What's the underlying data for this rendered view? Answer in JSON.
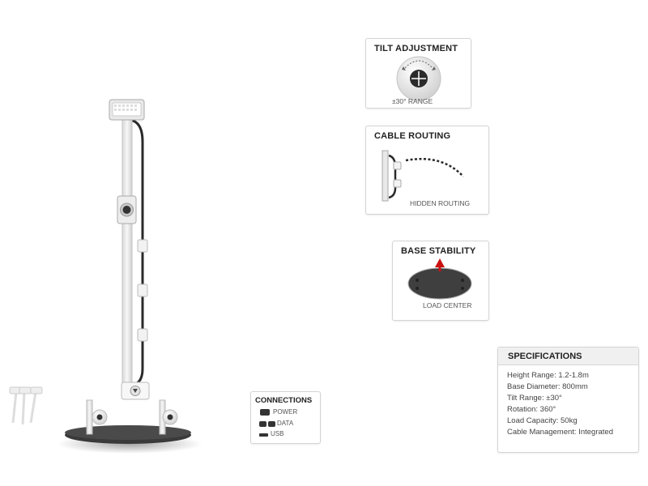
{
  "tilt": {
    "title": "TILT ADJUSTMENT",
    "range_label": "±30° RANGE"
  },
  "cable": {
    "title": "CABLE ROUTING",
    "caption": "HIDDEN ROUTING"
  },
  "base": {
    "title": "BASE STABILITY",
    "caption": "LOAD CENTER"
  },
  "connections": {
    "title": "CONNECTIONS",
    "items": [
      {
        "icon": "power-port-icon",
        "label": "POWER"
      },
      {
        "icon": "data-port-icon",
        "label": "DATA"
      },
      {
        "icon": "usb-port-icon",
        "label": "USB"
      }
    ]
  },
  "specifications": {
    "title": "SPECIFICATIONS",
    "lines": [
      "Height Range: 1.2-1.8m",
      "Base Diameter: 800mm",
      "Tilt Range: ±30°",
      "Rotation: 360°",
      "Load Capacity: 50kg",
      "Cable Management: Integrated"
    ]
  },
  "colors": {
    "accent_arrow": "#cc1111",
    "base_plate": "#3a3a3a",
    "cable": "#2a2a2a",
    "pole": "#e6e6e6"
  }
}
